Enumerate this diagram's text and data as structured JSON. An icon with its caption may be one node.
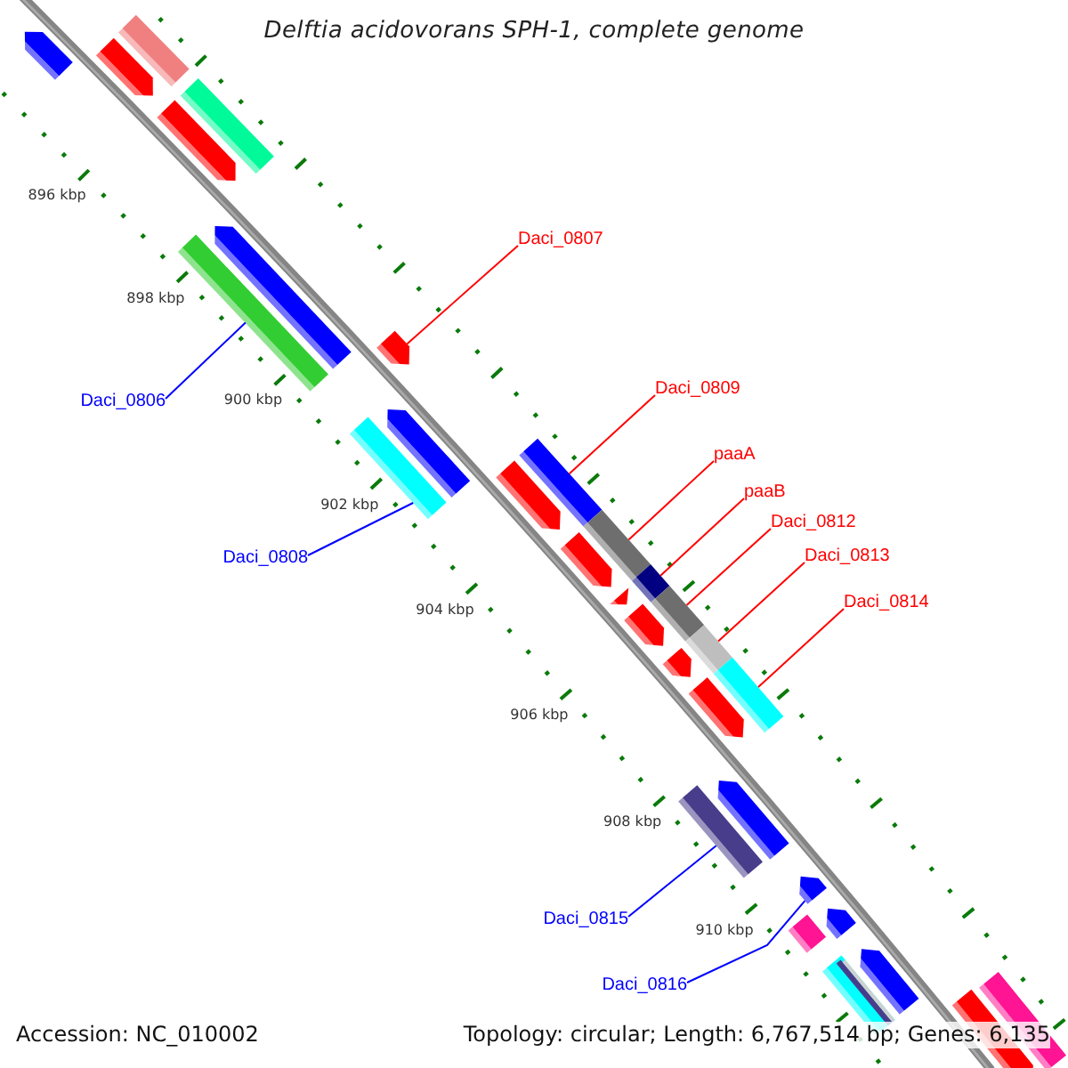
{
  "diagram": {
    "title": "Delftia acidovorans SPH-1, complete genome",
    "nodes": [
      {
        "text": [
          "Daci_0807"
        ]
      },
      {
        "text": [],
        "shape": "pentagon"
      },
      {
        "text": [
          "Daci_0809"
        ]
      },
      {
        "text": [],
        "shape": "bar"
      },
      {
        "text": [
          "Daci_0806"
        ]
      },
      {
        "text": [],
        "shape": "bar"
      },
      {
        "text": [
          "paaA"
        ]
      },
      {
        "text": [],
        "shape": "bar"
      },
      {
        "text": [
          "paaB"
        ]
      },
      {
        "text": [],
        "shape": "bar"
      },
      {
        "text": [
          "Daci_0812"
        ]
      },
      {
        "text": [],
        "shape": "bar"
      },
      {
        "text": [
          "Daci_0808"
        ]
      },
      {
        "text": [],
        "shape": "bar"
      },
      {
        "text": [
          "Daci_0813"
        ]
      },
      {
        "text": [],
        "shape": "bar"
      },
      {
        "text": [
          "Daci_0814"
        ]
      },
      {
        "text": [],
        "shape": "bar"
      },
      {
        "text": [
          "Daci_0815"
        ]
      },
      {
        "text": [],
        "shape": "bar"
      },
      {
        "text": [
          "Daci_0816"
        ]
      },
      {
        "text": [],
        "shape": "pentagon"
      },
      {
        "text": [],
        "shape": "pentagon"
      },
      {
        "text": [],
        "shape": "bar"
      },
      {
        "text": [],
        "shape": "pentagon"
      },
      {
        "text": [],
        "shape": "bar"
      },
      {
        "text": [],
        "shape": "pentagon"
      },
      {
        "text": [],
        "shape": "pentagon"
      },
      {
        "text": [],
        "shape": "pentagon"
      },
      {
        "text": [],
        "shape": "pentagon"
      },
      {
        "text": [],
        "shape": "pentagon"
      },
      {
        "text": [],
        "shape": "pentagon"
      },
      {
        "text": [],
        "shape": "pentagon"
      },
      {
        "text": [],
        "shape": "pentagon"
      },
      {
        "text": [],
        "shape": "pentagon"
      },
      {
        "text": [],
        "shape": "pentagon"
      },
      {
        "text": [],
        "shape": "pentagon"
      },
      {
        "text": [],
        "shape": "bar"
      },
      {
        "text": [],
        "shape": "pentagon"
      },
      {
        "text": [],
        "shape": "bar"
      },
      {
        "text": [],
        "shape": "pentagon"
      },
      {
        "text": [],
        "shape": "bar"
      }
    ],
    "edges": [
      {
        "from": 0,
        "to": 1,
        "arrow": "none"
      },
      {
        "from": 2,
        "to": 3,
        "arrow": "none"
      },
      {
        "from": 4,
        "to": 5,
        "arrow": "none",
        "color": "#0000ff"
      },
      {
        "from": 6,
        "to": 7,
        "arrow": "none"
      },
      {
        "from": 8,
        "to": 9,
        "arrow": "none"
      },
      {
        "from": 10,
        "to": 11,
        "arrow": "none"
      },
      {
        "from": 12,
        "to": 13,
        "arrow": "none",
        "color": "#0000ff"
      },
      {
        "from": 14,
        "to": 15,
        "arrow": "none"
      },
      {
        "from": 16,
        "to": 17,
        "arrow": "none"
      },
      {
        "from": 18,
        "to": 19,
        "arrow": "none",
        "color": "#0000ff"
      },
      {
        "from": 20,
        "to": 21,
        "arrow": "none",
        "color": "#0000ff"
      }
    ],
    "labels": [
      "896 kbp",
      "898 kbp",
      "900 kbp",
      "902 kbp",
      "904 kbp",
      "906 kbp",
      "908 kbp",
      "910 kbp",
      "Accession: NC_010002",
      "Topology: circular; Length: 6,767,514 bp; Genes: 6,135"
    ]
  }
}
